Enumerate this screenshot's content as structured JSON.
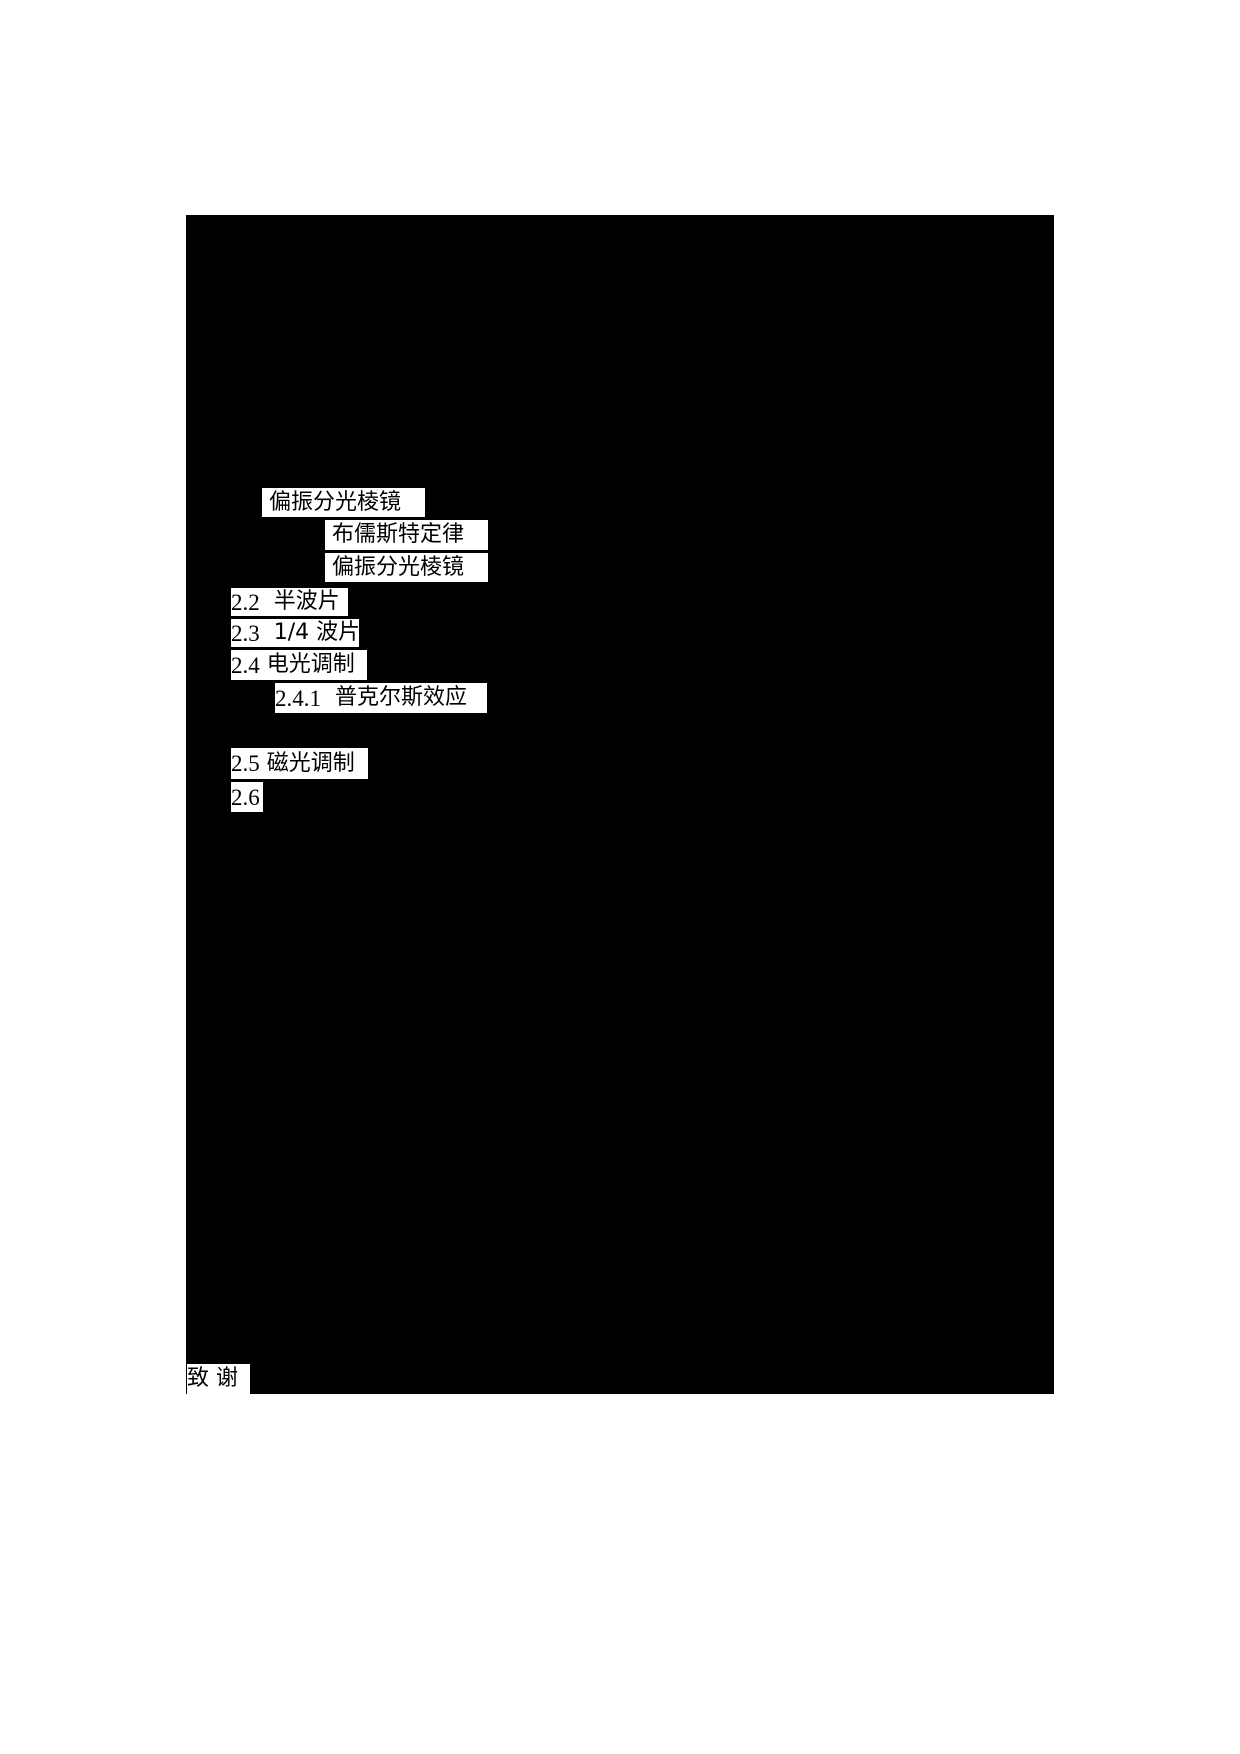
{
  "document": {
    "type": "table-of-contents-fragment",
    "redacted_background_color": "#000000",
    "visible_fragment_color": "#ffffff",
    "toc_entries": [
      {
        "number": "",
        "title": " 偏振分光棱镜",
        "level": 2
      },
      {
        "number": "",
        "title": " 布儒斯特定律",
        "level": 3
      },
      {
        "number": "",
        "title": " 偏振分光棱镜",
        "level": 3
      },
      {
        "number": "2.2",
        "title": "  半波片",
        "level": 2
      },
      {
        "number": "2.3",
        "title": "  1/4 波片",
        "level": 2
      },
      {
        "number": "2.4",
        "title": " 电光调制",
        "level": 2
      },
      {
        "number": "2.4.1",
        "title": "  普克尔斯效应",
        "level": 3
      },
      {
        "number": "2.5",
        "title": " 磁光调制",
        "level": 2
      },
      {
        "number": "2.6",
        "title": "",
        "level": 2
      }
    ],
    "acknowledgement": "致 谢"
  }
}
